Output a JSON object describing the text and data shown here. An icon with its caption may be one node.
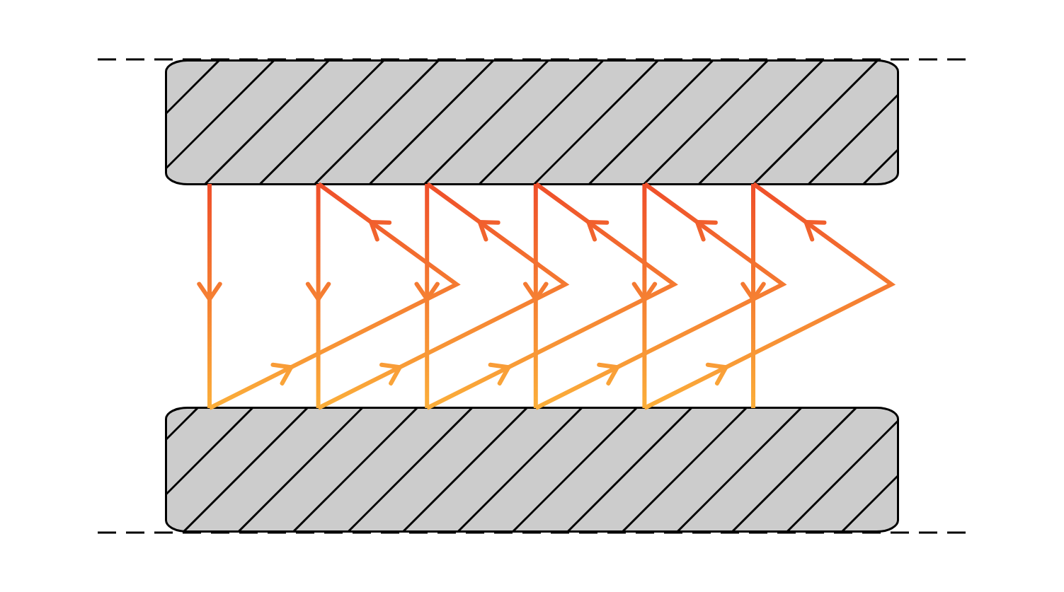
{
  "diagram": {
    "nodes": [
      {
        "text": [],
        "shape": "box"
      },
      {
        "text": [],
        "shape": "box"
      }
    ],
    "edges": [
      {
        "from": 0,
        "to": 1,
        "arrow": "to"
      },
      {
        "from": 1,
        "to": 0,
        "arrow": "to"
      },
      {
        "from": 0,
        "to": 1,
        "arrow": "to"
      },
      {
        "from": 1,
        "to": 0,
        "arrow": "to"
      },
      {
        "from": 0,
        "to": 1,
        "arrow": "to"
      },
      {
        "from": 1,
        "to": 0,
        "arrow": "to"
      },
      {
        "from": 0,
        "to": 1,
        "arrow": "to"
      },
      {
        "from": 1,
        "to": 0,
        "arrow": "to"
      },
      {
        "from": 0,
        "to": 1,
        "arrow": "to"
      },
      {
        "from": 1,
        "to": 0,
        "arrow": "to"
      },
      {
        "from": 0,
        "to": 1,
        "arrow": "to"
      }
    ]
  }
}
